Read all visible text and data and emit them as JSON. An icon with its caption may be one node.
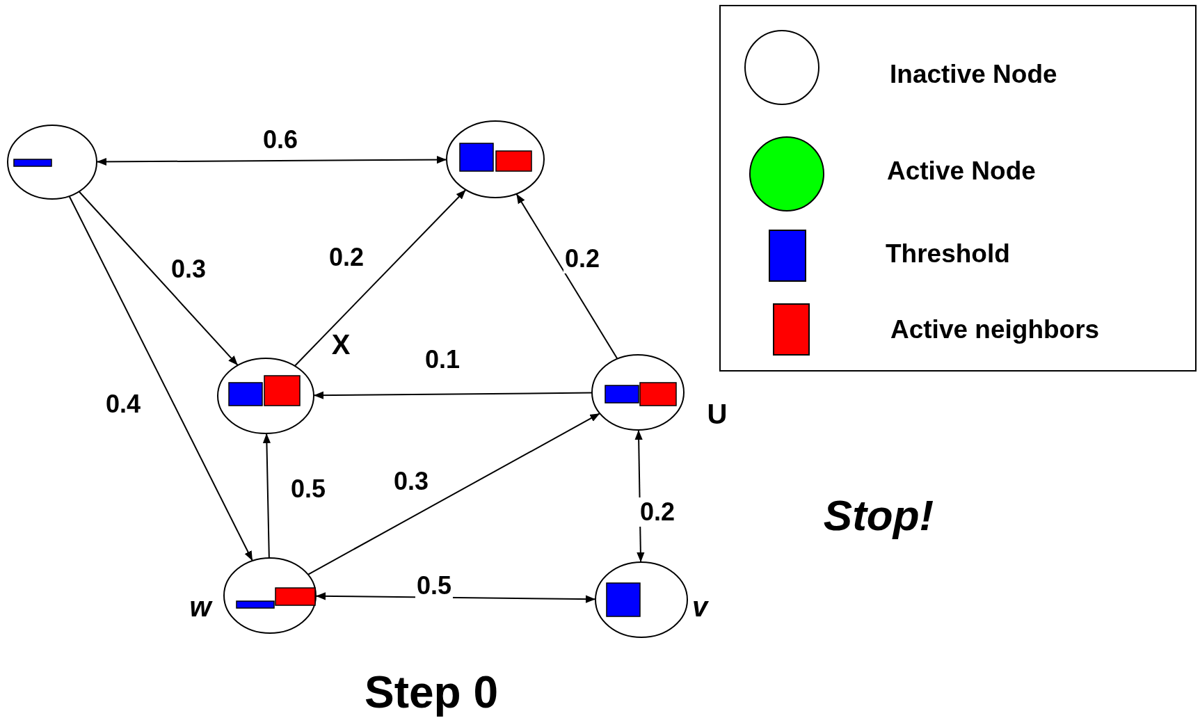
{
  "diagram": {
    "title": "Step 0",
    "nodes": [
      {
        "text": [],
        "shape": "ellipse"
      },
      {
        "text": [],
        "shape": "ellipse"
      },
      {
        "text": [],
        "shape": "ellipse",
        "beside": [
          "X"
        ]
      },
      {
        "text": [],
        "shape": "ellipse",
        "beside": [
          "U"
        ]
      },
      {
        "text": [],
        "shape": "ellipse",
        "beside": [
          "w"
        ]
      },
      {
        "text": [],
        "shape": "ellipse",
        "beside": [
          "v"
        ]
      }
    ],
    "edges": [
      {
        "from": 0,
        "to": 1,
        "arrow": "both",
        "label": "0.6"
      },
      {
        "from": 0,
        "to": 2,
        "arrow": "to",
        "label": "0.3"
      },
      {
        "from": 0,
        "to": 4,
        "arrow": "to",
        "label": "0.4"
      },
      {
        "from": 2,
        "to": 1,
        "arrow": "to",
        "label": "0.2"
      },
      {
        "from": 3,
        "to": 1,
        "arrow": "to",
        "label": "0.2"
      },
      {
        "from": 3,
        "to": 2,
        "arrow": "to",
        "label": "0.1"
      },
      {
        "from": 4,
        "to": 2,
        "arrow": "to",
        "label": "0.5"
      },
      {
        "from": 4,
        "to": 3,
        "arrow": "to",
        "label": "0.3"
      },
      {
        "from": 3,
        "to": 5,
        "arrow": "both",
        "label": "0.2"
      },
      {
        "from": 4,
        "to": 5,
        "arrow": "both",
        "label": "0.5"
      }
    ],
    "labels": [
      "Stop!"
    ],
    "legend": [
      {
        "text": "Inactive Node",
        "color": "#ffffff"
      },
      {
        "text": "Active Node",
        "color": "#00ff00"
      },
      {
        "text": "Threshold",
        "color": "#0000ff"
      },
      {
        "text": "Active neighbors",
        "color": "#ff0000"
      }
    ]
  }
}
